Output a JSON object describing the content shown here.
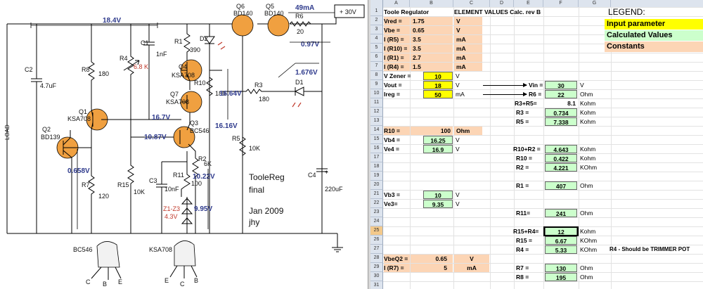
{
  "schematic": {
    "supply_label": "+ 30V",
    "components": {
      "Q6": "Q6",
      "Q6_type": "BD140",
      "Q5": "Q5",
      "Q5_type": "BD140",
      "Q4": "Q4",
      "Q4_type": "KSA708",
      "Q7": "Q7",
      "Q7_type": "KSA708",
      "Q3": "Q3",
      "Q3_type": "BC546",
      "Q1": "Q1",
      "Q1_type": "KSA708",
      "Q2": "Q2",
      "Q2_type": "BD139",
      "R1": "R1",
      "R1_val": "390",
      "R2": "R2",
      "R2_val": "6K",
      "R3": "R3",
      "R3_val": "180",
      "R4": "R4",
      "R4_val": "6.8 K",
      "R5": "R5",
      "R5_val": "10K",
      "R6": "R6",
      "R6_val": "20",
      "R7": "R7",
      "R7_val": "120",
      "R8": "R8",
      "R8_val": "180",
      "R10": "R10",
      "R10_val": "180",
      "R11": "R11",
      "R11_val": "100",
      "R15": "R15",
      "R15_val": "10K",
      "C1": "C1",
      "C1_val": "1nF",
      "C2": "C2",
      "C2_val": "4.7uF",
      "C3": "C3",
      "C3_val": "10nF",
      "C4": "C4",
      "C4_val": "220uF",
      "D1": "D1",
      "D2": "D2",
      "Z": "Z1-Z3",
      "Z_val": "4.3V",
      "load": "LOAD"
    },
    "measurements": {
      "v18": "18.4V",
      "i49": "49mA",
      "v097": "0.97V",
      "v1676": "1.676V",
      "v1664": "16.64V",
      "v1616": "16.16V",
      "v167": "16.7V",
      "v1087": "10.87V",
      "v1022": "10.22V",
      "v995": "9.95V",
      "v0658": "0.658V"
    },
    "notes": [
      "ToolеReg",
      "final",
      "Jan 2009",
      "jhy"
    ],
    "packages": {
      "left_name": "BC546",
      "left_pins": [
        "C",
        "B",
        "E"
      ],
      "right_name": "KSA708",
      "right_pins": [
        "E",
        "C",
        "B"
      ]
    }
  },
  "sheet": {
    "columns": [
      "A",
      "B",
      "C",
      "D",
      "E",
      "F",
      "G"
    ],
    "row_numbers": [
      "1",
      "2",
      "3",
      "4",
      "5",
      "6",
      "7",
      "8",
      "9",
      "10",
      "11",
      "12",
      "13",
      "14",
      "15",
      "16",
      "17",
      "18",
      "19",
      "20",
      "21",
      "22",
      "23",
      "24",
      "25",
      "26",
      "27",
      "28",
      "29",
      "30",
      "31"
    ],
    "selected_row": "25",
    "title_a": "Toole Regulator",
    "title_c": "ELEMENT VALUES Calc. rev B",
    "legend": {
      "title": "LEGEND:",
      "input": "Input parameter",
      "calc": "Calculated Values",
      "const": "Constants"
    },
    "colors": {
      "input": "#ffff00",
      "calc": "#ccffcc",
      "const": "#fcd5b5"
    },
    "constants": [
      {
        "label": "Vred =",
        "value": "1.75",
        "unit": "V"
      },
      {
        "label": "Vbe =",
        "value": "0.65",
        "unit": "V"
      },
      {
        "label": "I (R5) =",
        "value": "3.5",
        "unit": "mA"
      },
      {
        "label": "I (R10) =",
        "value": "3.5",
        "unit": "mA"
      },
      {
        "label": "I (R1) =",
        "value": "2.7",
        "unit": "mA"
      },
      {
        "label": "I (R4) =",
        "value": "1.5",
        "unit": "mA"
      }
    ],
    "inputs": [
      {
        "label": "V Zener =",
        "value": "10",
        "unit": "V"
      },
      {
        "label": "Vout =",
        "value": "18",
        "unit": "V"
      },
      {
        "label": "Ireg =",
        "value": "50",
        "unit": "mA"
      }
    ],
    "right_calc": [
      {
        "label": "Vin =",
        "value": "30",
        "unit": "V"
      },
      {
        "label": "R6 =",
        "value": "22",
        "unit": "Ohm"
      }
    ],
    "r3r5": {
      "label": "R3+R5=",
      "value": "8.1",
      "unit": "Kohm"
    },
    "r3": {
      "label": "R3 =",
      "value": "0.734",
      "unit": "Kohm"
    },
    "r5": {
      "label": "R5 =",
      "value": "7.338",
      "unit": "Kohm"
    },
    "r10_row": {
      "label": "R10 =",
      "value": "100",
      "unit": "Ohm"
    },
    "vb4": {
      "label": "Vb4 =",
      "value": "16.25",
      "unit": "V"
    },
    "ve4": {
      "label": "Ve4 =",
      "value": "16.9",
      "unit": "V"
    },
    "r10r2": {
      "label": "R10+R2 =",
      "value": "4.643",
      "unit": "Kohm"
    },
    "r10": {
      "label": "R10 =",
      "value": "0.422",
      "unit": "Kohm"
    },
    "r2": {
      "label": "R2 =",
      "value": "4.221",
      "unit": "KOhm"
    },
    "r1": {
      "label": "R1 =",
      "value": "407",
      "unit": "Ohm"
    },
    "vb3": {
      "label": "Vb3 =",
      "value": "10",
      "unit": "V"
    },
    "ve3": {
      "label": "Ve3=",
      "value": "9.35",
      "unit": "V"
    },
    "r11": {
      "label": "R11=",
      "value": "241",
      "unit": "Ohm"
    },
    "r15r4": {
      "label": "R15+R4=",
      "value": "12",
      "unit": "Kohm"
    },
    "r15": {
      "label": "R15 =",
      "value": "6.67",
      "unit": "KOhm"
    },
    "r4": {
      "label": "R4 =",
      "value": "5.33",
      "unit": "KOhm"
    },
    "r4_note": "R4 - Should be TRIMMER POT",
    "vbeq2": {
      "label": "VbeQ2 =",
      "value": "0.65",
      "unit": "V"
    },
    "ir7": {
      "label": "I (R7) =",
      "value": "5",
      "unit": "mA"
    },
    "r7": {
      "label": "R7 =",
      "value": "130",
      "unit": "Ohm"
    },
    "r8": {
      "label": "R8 =",
      "value": "195",
      "unit": "Ohm"
    }
  }
}
